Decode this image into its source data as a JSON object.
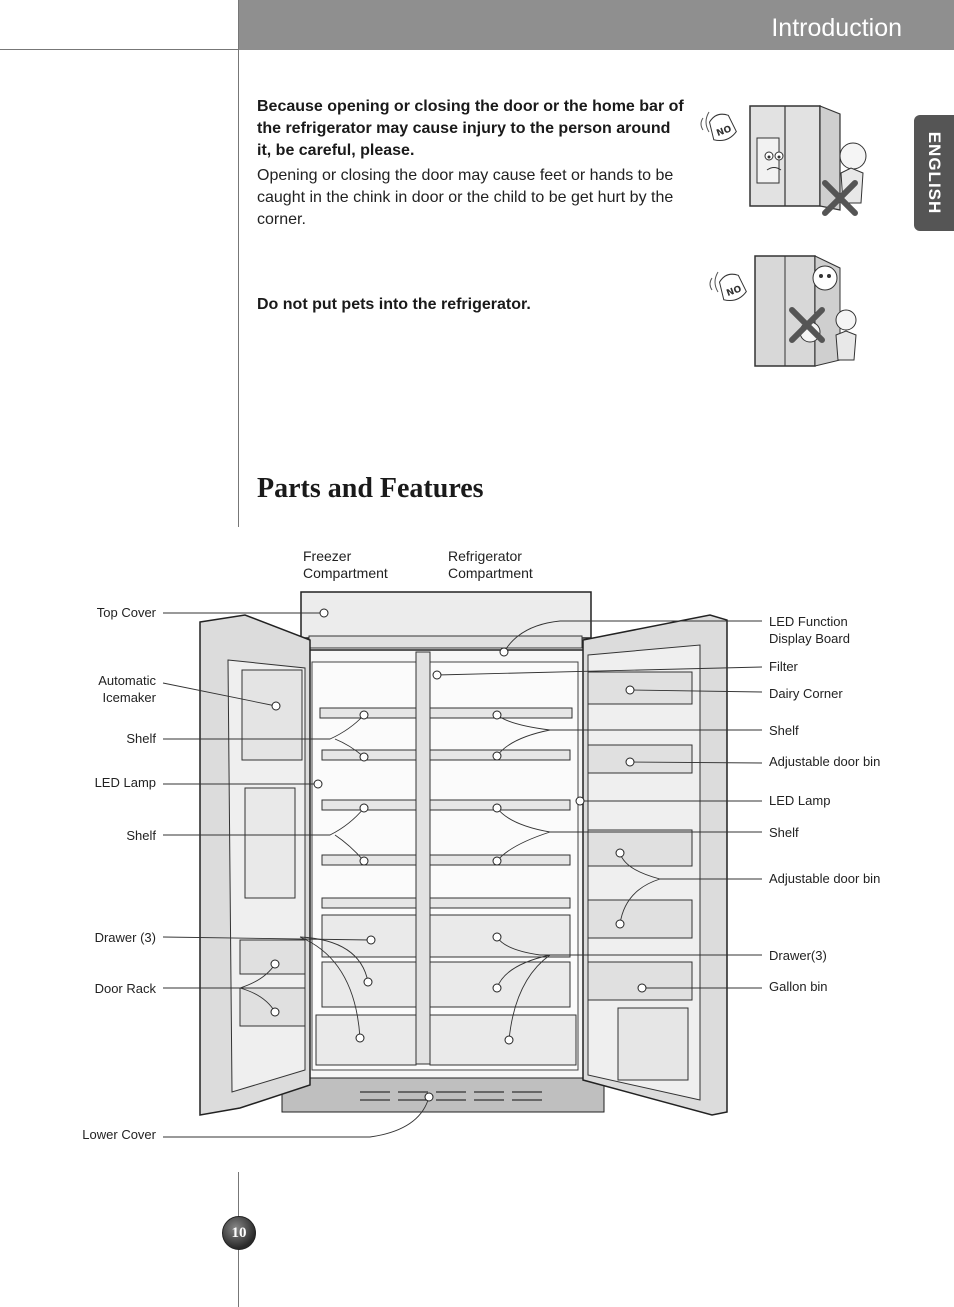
{
  "header": {
    "title": "Introduction"
  },
  "language_tab": "ENGLISH",
  "warnings": [
    {
      "bold": "Because opening or closing the door or the home bar of the refrigerator may cause injury to the person around it, be careful, please.",
      "body": "Opening or closing the door may cause feet or hands to be caught in the chink in door or the child to be get hurt by the corner."
    },
    {
      "bold": "Do not put pets into the refrigerator."
    }
  ],
  "illustration_text": {
    "no_sign": "NO"
  },
  "section": {
    "title": "Parts and Features"
  },
  "diagram": {
    "top_labels": {
      "freezer": "Freezer\nCompartment",
      "refrigerator": "Refrigerator\nCompartment"
    },
    "left_labels": [
      "Top Cover",
      "Automatic\nIcemaker",
      "Shelf",
      "LED Lamp",
      "Shelf",
      "Drawer (3)",
      "Door Rack",
      "Lower Cover"
    ],
    "right_labels": [
      "LED Function\nDisplay Board",
      "Filter",
      "Dairy Corner",
      "Shelf",
      "Adjustable door bin",
      "LED Lamp",
      "Shelf",
      "Adjustable door bin",
      "Drawer(3)",
      "Gallon bin"
    ]
  },
  "page_number": "10"
}
